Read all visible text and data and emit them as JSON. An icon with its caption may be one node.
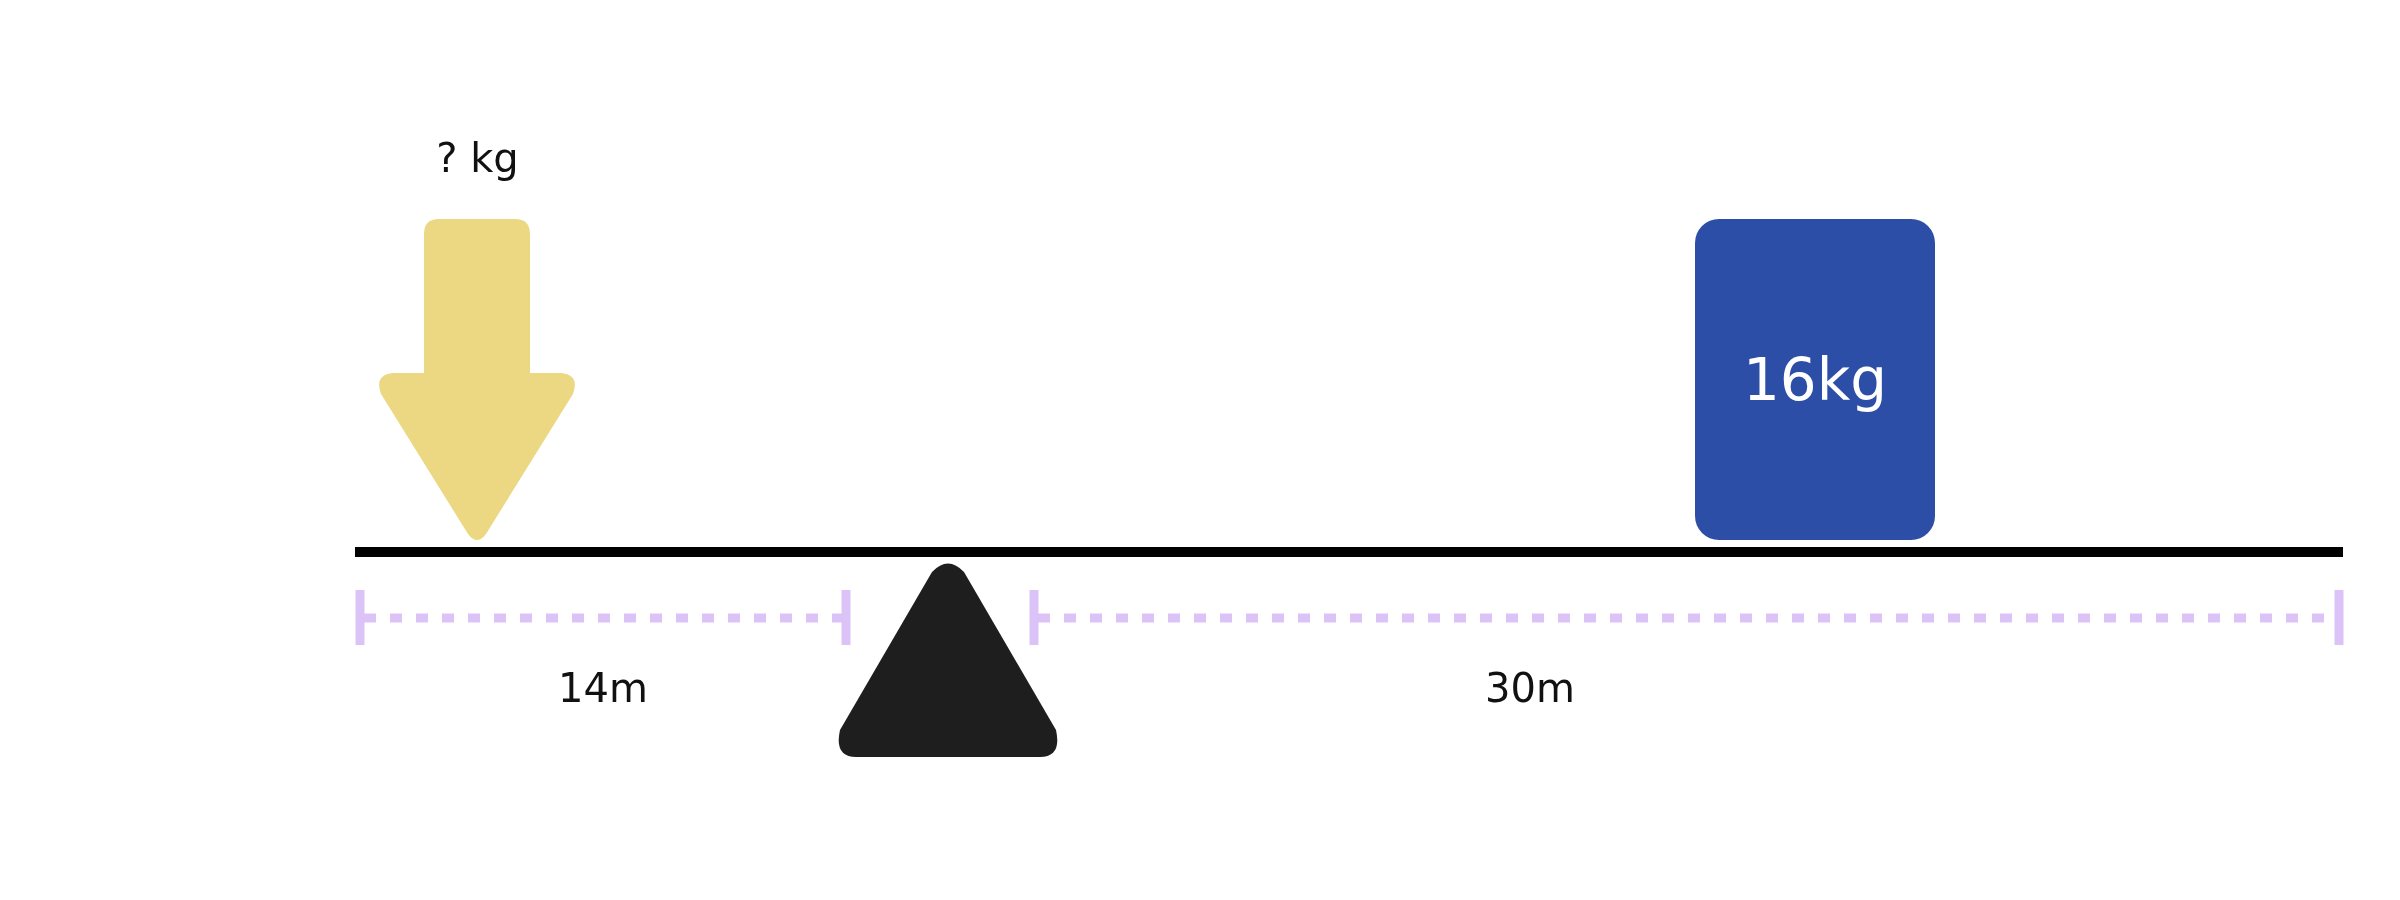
{
  "diagram": {
    "nodes": [
      {
        "text": [
          "? kg"
        ]
      },
      {
        "text": [
          "16kg"
        ]
      },
      {
        "text": [],
        "shape": "triangle"
      }
    ],
    "labels": [
      "14m",
      "30m"
    ]
  }
}
